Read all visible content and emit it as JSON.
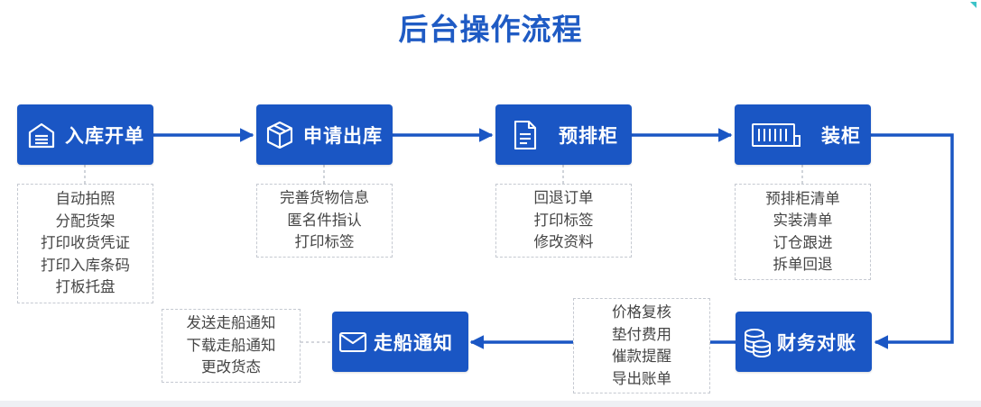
{
  "title": "后台操作流程",
  "colors": {
    "accent": "#1a56c4",
    "title": "#1f5bc4",
    "note_border": "#c5c9d1",
    "note_text": "#454545"
  },
  "steps": [
    {
      "label": "入库开单",
      "icon": "warehouse-icon",
      "notes": [
        "自动拍照",
        "分配货架",
        "打印收货凭证",
        "打印入库条码",
        "打板托盘"
      ]
    },
    {
      "label": "申请出库",
      "icon": "package-icon",
      "notes": [
        "完善货物信息",
        "匿名件指认",
        "打印标签"
      ]
    },
    {
      "label": "预排柜",
      "icon": "document-icon",
      "notes": [
        "回退订单",
        "打印标签",
        "修改资料"
      ]
    },
    {
      "label": "装柜",
      "icon": "container-icon",
      "notes": [
        "预排柜清单",
        "实装清单",
        "订仓跟进",
        "拆单回退"
      ]
    },
    {
      "label": "财务对账",
      "icon": "coins-icon",
      "notes": [
        "价格复核",
        "垫付费用",
        "催款提醒",
        "导出账单"
      ]
    },
    {
      "label": "走船通知",
      "icon": "envelope-icon",
      "notes": [
        "发送走船通知",
        "下载走船通知",
        "更改货态"
      ]
    }
  ]
}
